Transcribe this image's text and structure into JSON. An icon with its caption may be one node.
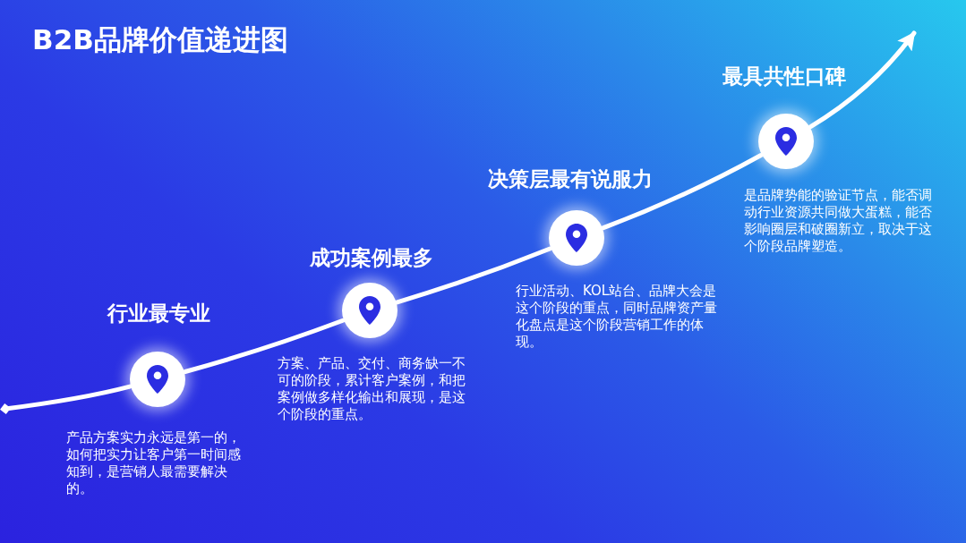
{
  "diagram": {
    "title": "B2B品牌价值递进图",
    "nodes": [
      {
        "text": [
          "行业最专业"
        ],
        "beside": [
          "产品方案实力永远是第一的，如何把实力让客户第一时间感知到，是营销人最需要解决的。"
        ]
      },
      {
        "text": [
          "成功案例最多"
        ],
        "beside": [
          "方案、产品、交付、商务缺一不可的阶段，累计客户案例，和把案例做多样化输出和展现，是这个阶段的重点。"
        ]
      },
      {
        "text": [
          "决策层最有说服力"
        ],
        "beside": [
          "行业活动、KOL站台、品牌大会是这个阶段的重点，同时品牌资产量化盘点是这个阶段营销工作的体现。"
        ]
      },
      {
        "text": [
          "最具共性口碑"
        ],
        "beside": [
          "是品牌势能的验证节点，能否调动行业资源共同做大蛋糕，能否影响圈层和破圈新立，取决于这个阶段品牌塑造。"
        ]
      }
    ],
    "edges": [
      {
        "from": null,
        "to": 0,
        "arrow": "other"
      },
      {
        "from": 0,
        "to": 1,
        "arrow": "none"
      },
      {
        "from": 1,
        "to": 2,
        "arrow": "none"
      },
      {
        "from": 2,
        "to": 3,
        "arrow": "none"
      },
      {
        "from": 3,
        "to": null,
        "arrow": "to"
      }
    ]
  }
}
